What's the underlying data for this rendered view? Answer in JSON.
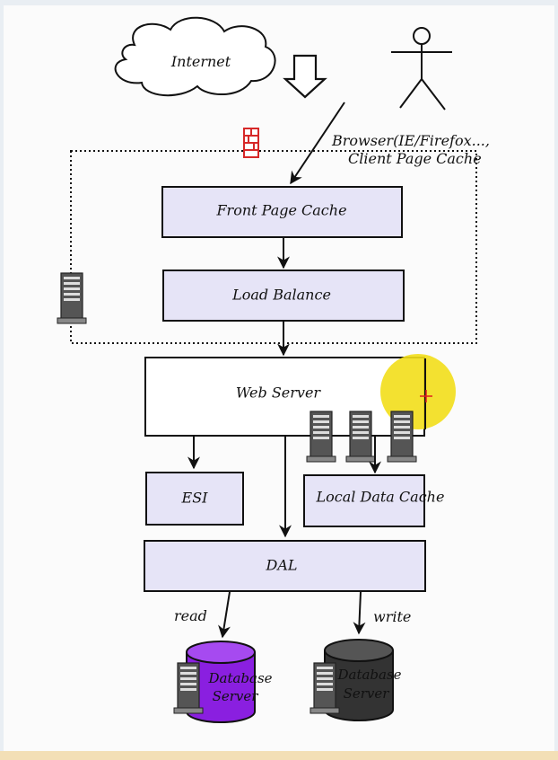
{
  "diagram": {
    "labels": {
      "internet": "Internet",
      "browser": "Browser(IE/Firefox...,",
      "client_cache": "Client Page Cache",
      "front_page_cache": "Front Page Cache",
      "load_balance": "Load Balance",
      "web_server": "Web Server",
      "esi": "ESI",
      "local_data_cache": "Local Data Cache",
      "dal": "DAL",
      "read": "read",
      "write": "write",
      "db1_line1": "Database",
      "db1_line2": "Server",
      "db2_line1": "Database",
      "db2_line2": "Server"
    },
    "colors": {
      "box_fill": "#e6e4f7",
      "db_read": "#8a1fe0",
      "db_write": "#333333",
      "highlight": "#f2de1a",
      "firewall": "#e23a3a"
    },
    "icons": {
      "cloud": "cloud-icon",
      "user": "stick-figure-icon",
      "firewall": "firewall-icon",
      "server": "server-tower-icon"
    }
  }
}
